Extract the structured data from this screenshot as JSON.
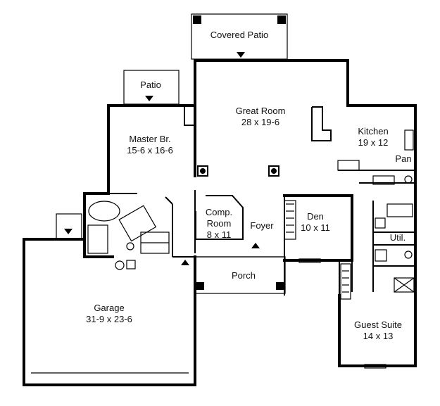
{
  "rooms": {
    "covered_patio": "Covered Patio",
    "patio": "Patio",
    "great_room": "Great Room",
    "great_room_size": "28 x 19-6",
    "master_br": "Master Br.",
    "master_br_size": "15-6 x 16-6",
    "kitchen": "Kitchen",
    "kitchen_size": "19 x 12",
    "pan": "Pan",
    "comp_room_1": "Comp.",
    "comp_room_2": "Room",
    "comp_room_size": "8 x 11",
    "foyer": "Foyer",
    "den": "Den",
    "den_size": "10 x 11",
    "util": "Util.",
    "porch": "Porch",
    "garage": "Garage",
    "garage_size": "31-9 x 23-6",
    "guest_suite": "Guest Suite",
    "guest_suite_size": "14 x 13"
  }
}
